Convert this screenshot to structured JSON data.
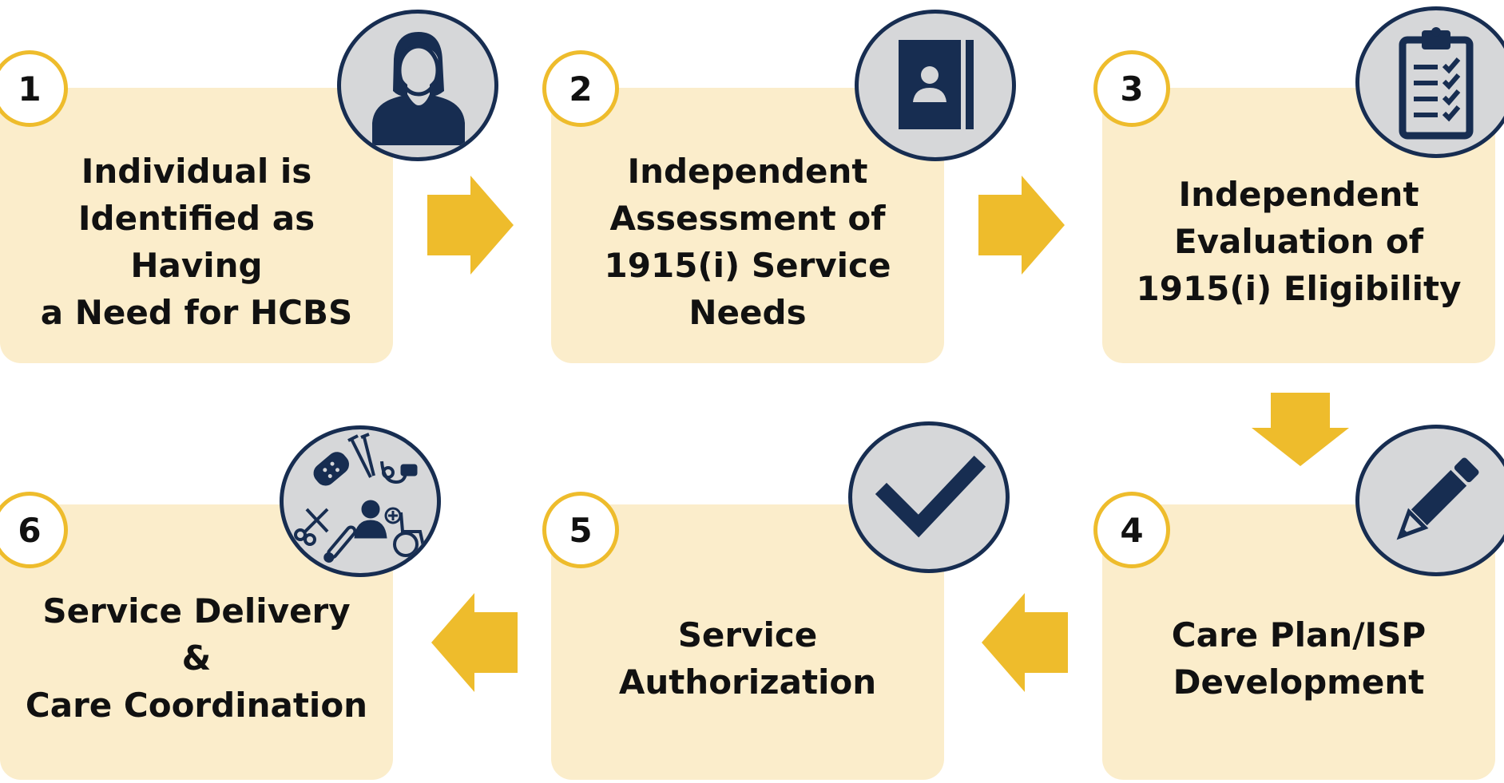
{
  "steps": [
    {
      "number": "1",
      "label": "Individual is\nIdentified as Having\na Need for HCBS",
      "icon": "person-icon"
    },
    {
      "number": "2",
      "label": "Independent\nAssessment of\n1915(i) Service\nNeeds",
      "icon": "contact-book-icon"
    },
    {
      "number": "3",
      "label": "Independent\nEvaluation of\n1915(i) Eligibility",
      "icon": "clipboard-checklist-icon"
    },
    {
      "number": "4",
      "label": "Care Plan/ISP\nDevelopment",
      "icon": "pencil-icon"
    },
    {
      "number": "5",
      "label": "Service\nAuthorization",
      "icon": "checkmark-icon"
    },
    {
      "number": "6",
      "label": "Service Delivery\n&\nCare Coordination",
      "icon": "medical-supplies-icon"
    }
  ],
  "colors": {
    "card_fill": "#fbedcb",
    "number_ring": "#eebc2c",
    "arrow": "#eebc2c",
    "icon_ring": "#172d51",
    "icon_fill": "#d6d7d9",
    "icon_glyph": "#172d51"
  }
}
